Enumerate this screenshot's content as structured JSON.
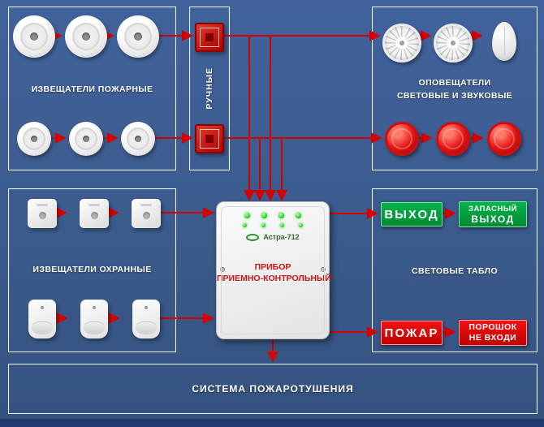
{
  "colors": {
    "background": "#3b5b8d",
    "wire": "#d40000",
    "box_border": "#eef2f7",
    "sign_green": "#009a3c",
    "sign_red": "#d60000",
    "panel_title_text": "#cf1212",
    "label_text": "#ffffff"
  },
  "boxes": {
    "fire_detectors": {
      "label": "ИЗВЕЩАТЕЛИ ПОЖАРНЫЕ"
    },
    "manual": {
      "label": "РУЧНЫЕ"
    },
    "annunciators": {
      "label_line1": "ОПОВЕЩАТЕЛИ",
      "label_line2": "СВЕТОВЫЕ И ЗВУКОВЫЕ"
    },
    "security_detectors": {
      "label": "ИЗВЕЩАТЕЛИ ОХРАННЫЕ"
    },
    "light_panels": {
      "label": "СВЕТОВЫЕ ТАБЛО"
    },
    "suppression": {
      "label": "СИСТЕМА ПОЖАРОТУШЕНИЯ"
    }
  },
  "control_panel": {
    "model": "Астра-712",
    "title_line1": "ПРИБОР",
    "title_line2": "ПРИЕМНО-КОНТРОЛЬНЫЙ"
  },
  "signs": {
    "exit": "ВЫХОД",
    "emergency_line1": "ЗАПАСНЫЙ",
    "emergency_line2": "ВЫХОД",
    "fire": "ПОЖАР",
    "powder_line1": "ПОРОШОК",
    "powder_line2": "НЕ ВХОДИ"
  },
  "icons": {
    "smoke-detector-icon": "white round detector, css circle",
    "manual-call-point-icon": "red square call point",
    "siren-icon": "white round siren with radial slots",
    "sounder-icon": "white egg-shaped sounder",
    "beacon-icon": "red round strobe beacon",
    "magnetic-contact-icon": "white square contact",
    "motion-detector-icon": "white PIR motion detector",
    "led-icon": "green indicator dot",
    "astra-logo-icon": "green oval logo"
  }
}
